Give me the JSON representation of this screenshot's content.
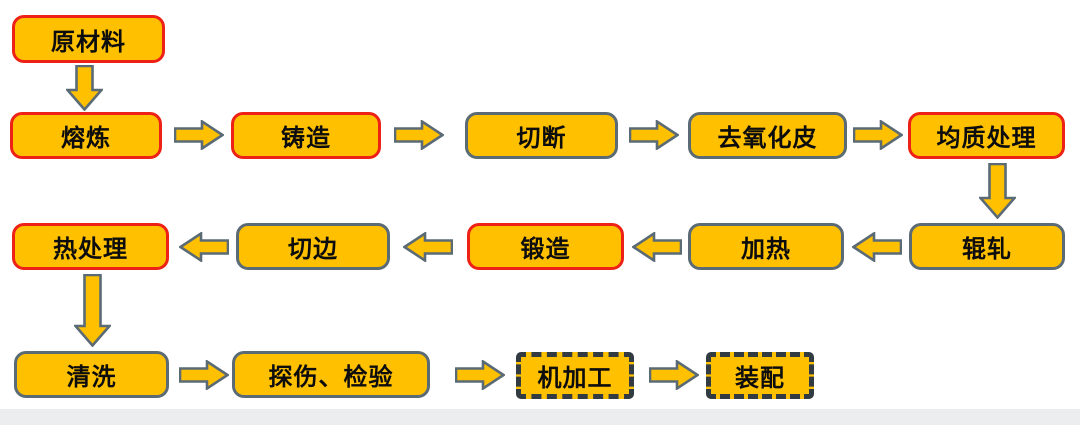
{
  "diagram": {
    "type": "process-flowchart",
    "language": "zh-CN"
  },
  "colors": {
    "background": "#FFFFFF",
    "box_fill": "#FFC000",
    "border_red": "#ED2115",
    "border_gray": "#5B6B76",
    "border_dashed": "#323A42",
    "arrow_fill": "#FFC000",
    "arrow_outline": "#5B6B76",
    "text": "#0D0D0D",
    "footer_strip": "#ECEDEE"
  },
  "nodes": [
    {
      "id": "raw-material",
      "label": "原材料",
      "border": "red"
    },
    {
      "id": "melting",
      "label": "熔炼",
      "border": "red"
    },
    {
      "id": "casting",
      "label": "铸造",
      "border": "red"
    },
    {
      "id": "cutting",
      "label": "切断",
      "border": "gray"
    },
    {
      "id": "descaling",
      "label": "去氧化皮",
      "border": "gray"
    },
    {
      "id": "homogenizing",
      "label": "均质处理",
      "border": "red"
    },
    {
      "id": "rolling",
      "label": "辊轧",
      "border": "gray"
    },
    {
      "id": "heating",
      "label": "加热",
      "border": "gray"
    },
    {
      "id": "forging",
      "label": "锻造",
      "border": "red"
    },
    {
      "id": "trimming",
      "label": "切边",
      "border": "gray"
    },
    {
      "id": "heat-treatment",
      "label": "热处理",
      "border": "red"
    },
    {
      "id": "cleaning",
      "label": "清洗",
      "border": "gray"
    },
    {
      "id": "inspection",
      "label": "探伤、检验",
      "border": "gray"
    },
    {
      "id": "machining",
      "label": "机加工",
      "border": "dashed"
    },
    {
      "id": "assembly",
      "label": "装配",
      "border": "dashed"
    }
  ],
  "edges": [
    {
      "from": "原材料",
      "to": "熔炼",
      "direction": "down"
    },
    {
      "from": "熔炼",
      "to": "铸造",
      "direction": "right"
    },
    {
      "from": "铸造",
      "to": "切断",
      "direction": "right"
    },
    {
      "from": "切断",
      "to": "去氧化皮",
      "direction": "right"
    },
    {
      "from": "去氧化皮",
      "to": "均质处理",
      "direction": "right"
    },
    {
      "from": "均质处理",
      "to": "辊轧",
      "direction": "down"
    },
    {
      "from": "辊轧",
      "to": "加热",
      "direction": "left"
    },
    {
      "from": "加热",
      "to": "锻造",
      "direction": "left"
    },
    {
      "from": "锻造",
      "to": "切边",
      "direction": "left"
    },
    {
      "from": "切边",
      "to": "热处理",
      "direction": "left"
    },
    {
      "from": "热处理",
      "to": "清洗",
      "direction": "down"
    },
    {
      "from": "清洗",
      "to": "探伤、检验",
      "direction": "right"
    },
    {
      "from": "探伤、检验",
      "to": "机加工",
      "direction": "right"
    },
    {
      "from": "机加工",
      "to": "装配",
      "direction": "right"
    }
  ]
}
